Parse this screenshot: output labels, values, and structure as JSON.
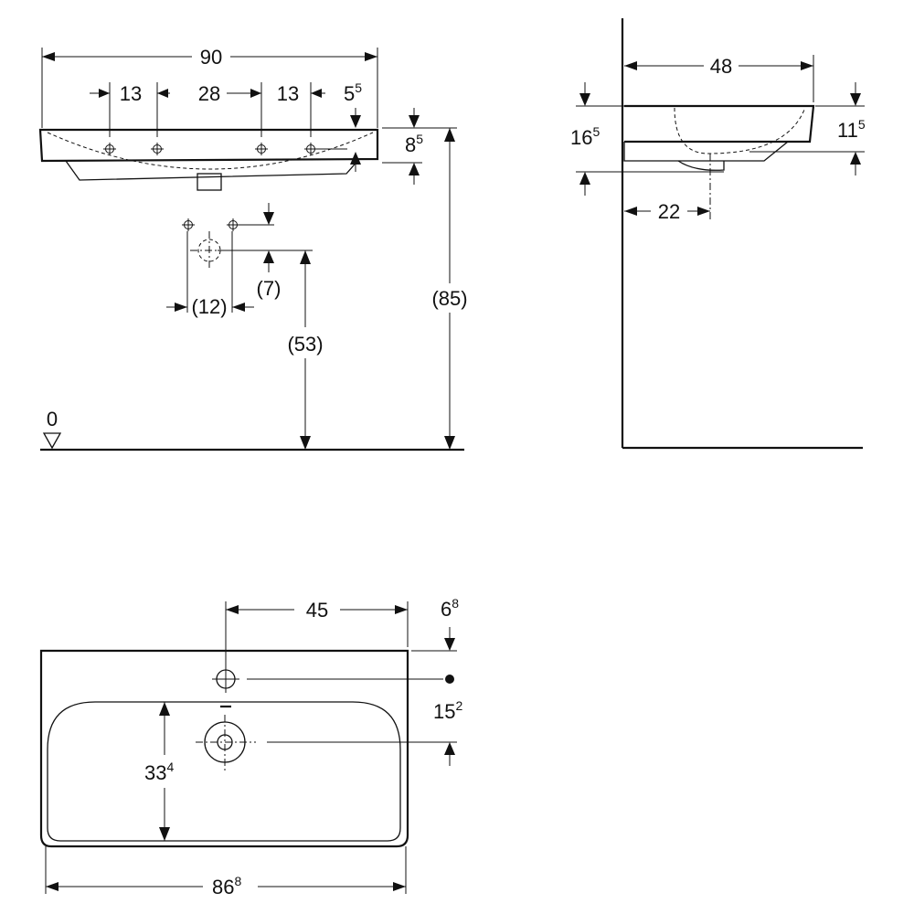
{
  "front_view": {
    "width": "90",
    "left_offset": "13",
    "mid_spacing": "28",
    "right_offset": "13",
    "edge_offset": {
      "base": "5",
      "sup": "5"
    },
    "rim_height": {
      "base": "8",
      "sup": "5"
    },
    "total_height": "(85)",
    "drain_height": "(53)",
    "valve_spacing": "(12)",
    "valve_offset": "(7)",
    "floor_level": "0"
  },
  "side_view": {
    "depth": "48",
    "drain_distance": "22",
    "rim_depth": {
      "base": "16",
      "sup": "5"
    },
    "bowl_depth": {
      "base": "11",
      "sup": "5"
    }
  },
  "top_view": {
    "tap_hole_offset": "45",
    "tap_hole_from_back": {
      "base": "6",
      "sup": "8"
    },
    "drain_from_tap_hole": {
      "base": "15",
      "sup": "2"
    },
    "bowl_depth": {
      "base": "33",
      "sup": "4"
    },
    "bowl_width": {
      "base": "86",
      "sup": "8"
    }
  }
}
